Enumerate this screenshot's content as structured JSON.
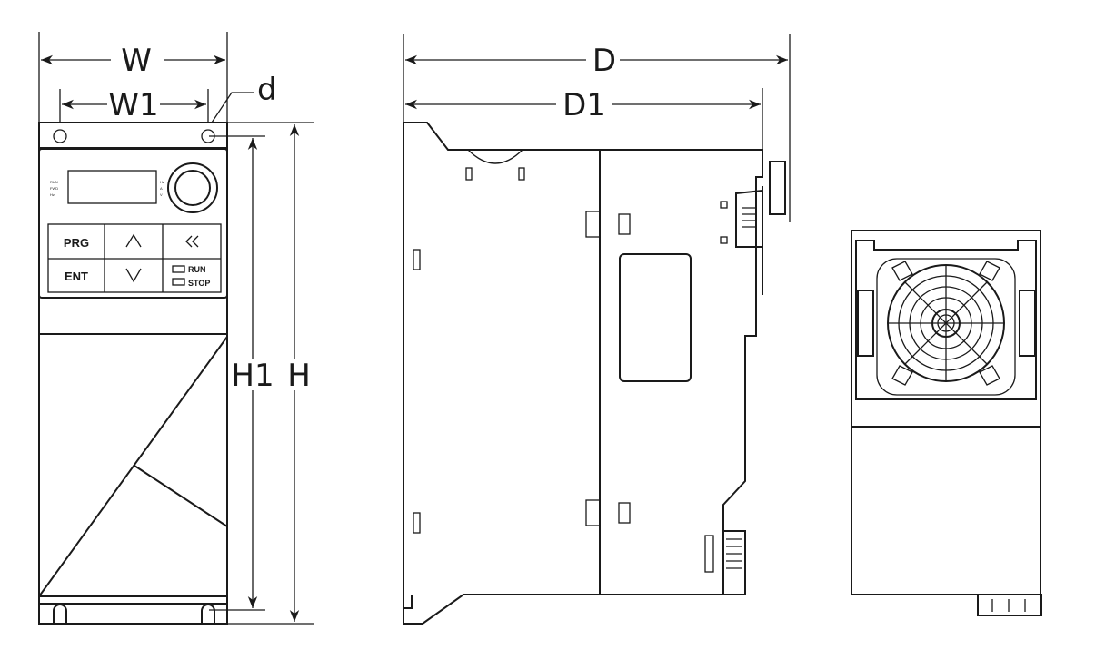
{
  "dimensions": {
    "w": "W",
    "w1": "W1",
    "d_hole": "d",
    "h1": "H1",
    "h": "H",
    "d": "D",
    "d1": "D1"
  },
  "keypad": {
    "prg": "PRG",
    "ent": "ENT",
    "up": "∧",
    "down": "∨",
    "shift": "«",
    "run": "RUN",
    "stop": "STOP"
  },
  "display": {
    "left_leds": [
      "RUN",
      "FWD",
      "Hz"
    ],
    "right_leds": [
      "Hz",
      "A",
      "V"
    ]
  },
  "colors": {
    "line": "#1a1a1a",
    "background": "#ffffff"
  }
}
